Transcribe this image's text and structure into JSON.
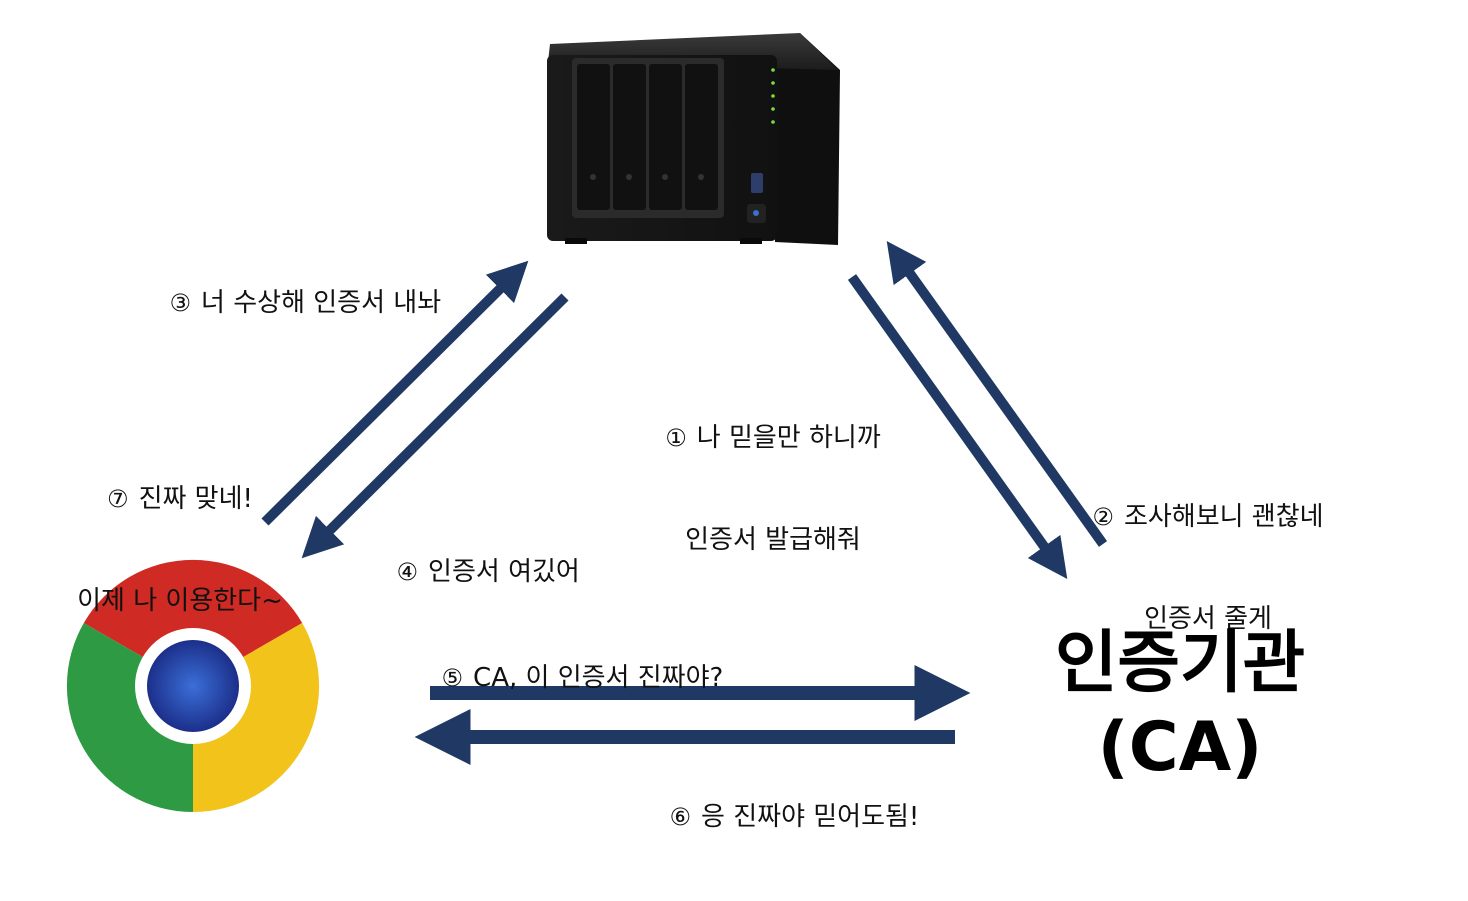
{
  "arrow_color": "#1f3864",
  "nodes": {
    "nas": {
      "icon": "nas-server-icon"
    },
    "browser": {
      "icon": "chrome-browser-icon"
    },
    "ca": {
      "line1": "인증기관",
      "line2": "(CA)"
    }
  },
  "steps": [
    {
      "num": "①",
      "lines": [
        "나 믿을만 하니까",
        "인증서 발급해줘"
      ]
    },
    {
      "num": "②",
      "lines": [
        "조사해보니 괜찮네",
        "인증서 줄게"
      ]
    },
    {
      "num": "③",
      "lines": [
        "너 수상해 인증서 내놔"
      ]
    },
    {
      "num": "④",
      "lines": [
        "인증서 여깄어"
      ]
    },
    {
      "num": "⑤",
      "lines": [
        "CA, 이 인증서 진짜야?"
      ]
    },
    {
      "num": "⑥",
      "lines": [
        "응 진짜야 믿어도됨!"
      ]
    },
    {
      "num": "⑦",
      "lines": [
        "진짜 맞네!",
        "이제 나 이용한다~"
      ]
    }
  ]
}
